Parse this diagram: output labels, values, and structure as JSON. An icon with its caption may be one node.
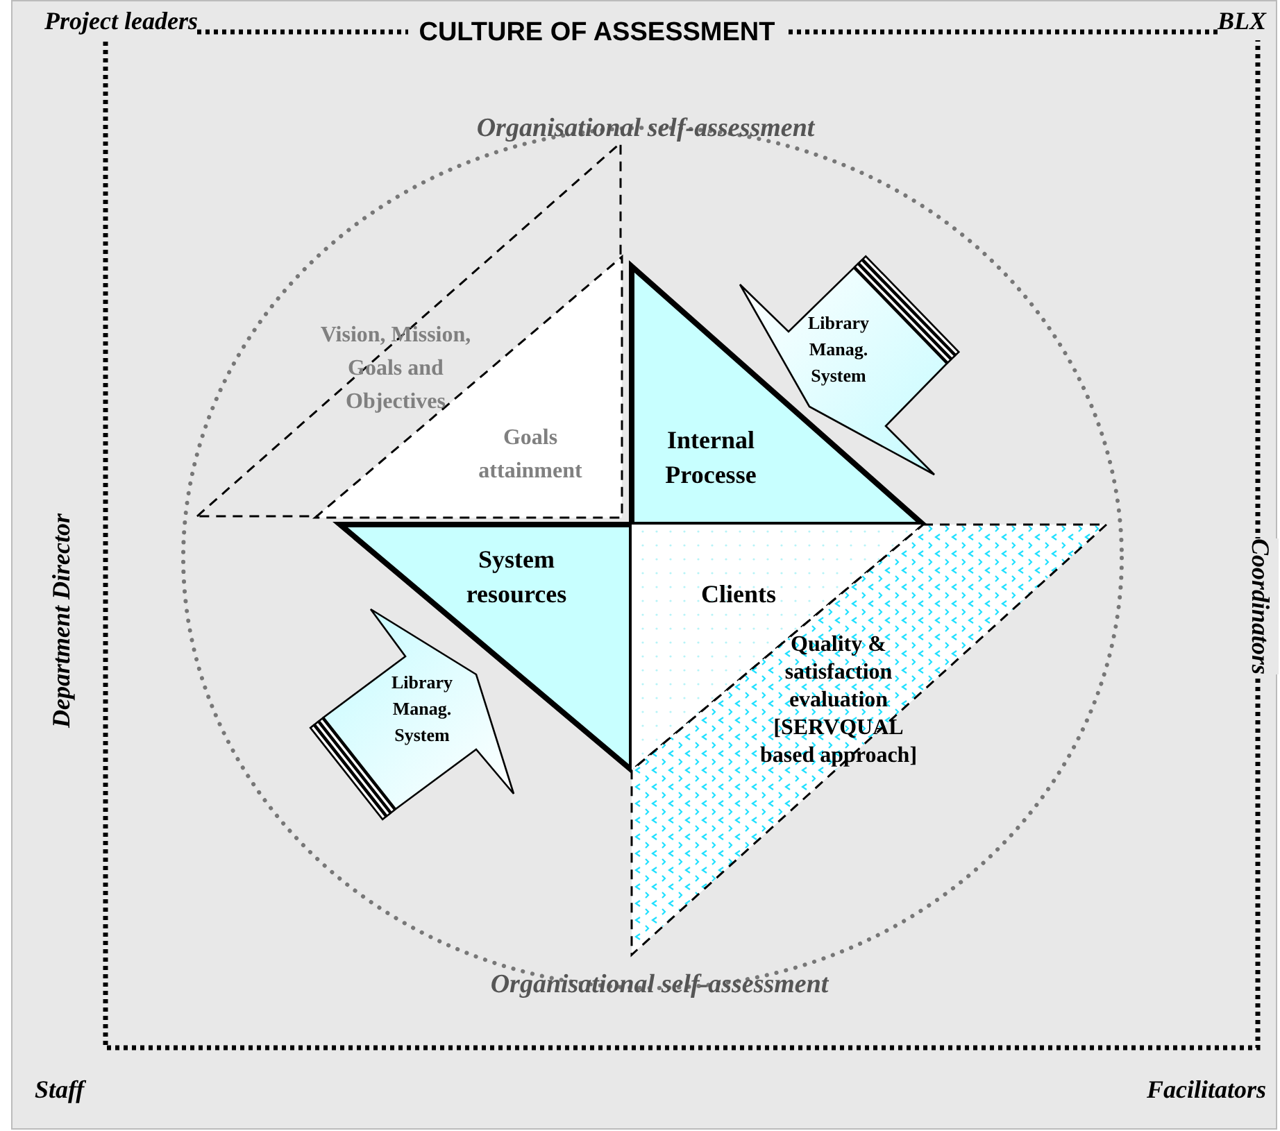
{
  "diagram": {
    "title": "CULTURE OF ASSESSMENT",
    "nodes": [
      {
        "text": [
          "Organisational self-assessment",
          "Organisational self-assessment"
        ]
      },
      {
        "text": [
          "Vision, Mission, Goals and Objectives"
        ],
        "in": 0
      },
      {
        "text": [
          "Goals attainment"
        ],
        "in": 1
      },
      {
        "text": [
          "Internal Processe"
        ],
        "in": 0
      },
      {
        "text": [
          "System resources"
        ],
        "in": 0
      },
      {
        "text": [
          "Clients"
        ],
        "in": 0
      },
      {
        "text": [
          "Quality & satisfaction evaluation [SERVQUAL based approach]"
        ],
        "in": 0
      },
      {
        "text": [
          "Library Manag. System"
        ],
        "in": 0
      },
      {
        "text": [
          "Library Manag. System"
        ],
        "in": 0
      }
    ],
    "labels": [
      "Project leaders",
      "BLX",
      "Department Director",
      "Coordinators",
      "Staff",
      "Facilitators"
    ]
  }
}
